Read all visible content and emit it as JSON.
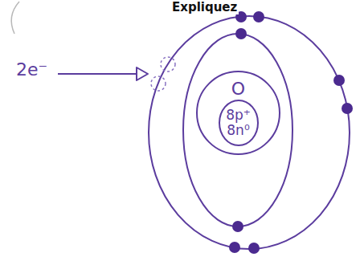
{
  "diagram": {
    "title": "Expliquez",
    "nodes": [
      {
        "text": [
          "O"
        ]
      },
      {
        "text": [
          "8p⁺ 8n⁰"
        ],
        "in": 0
      }
    ],
    "labels": [
      "2e⁻"
    ]
  }
}
